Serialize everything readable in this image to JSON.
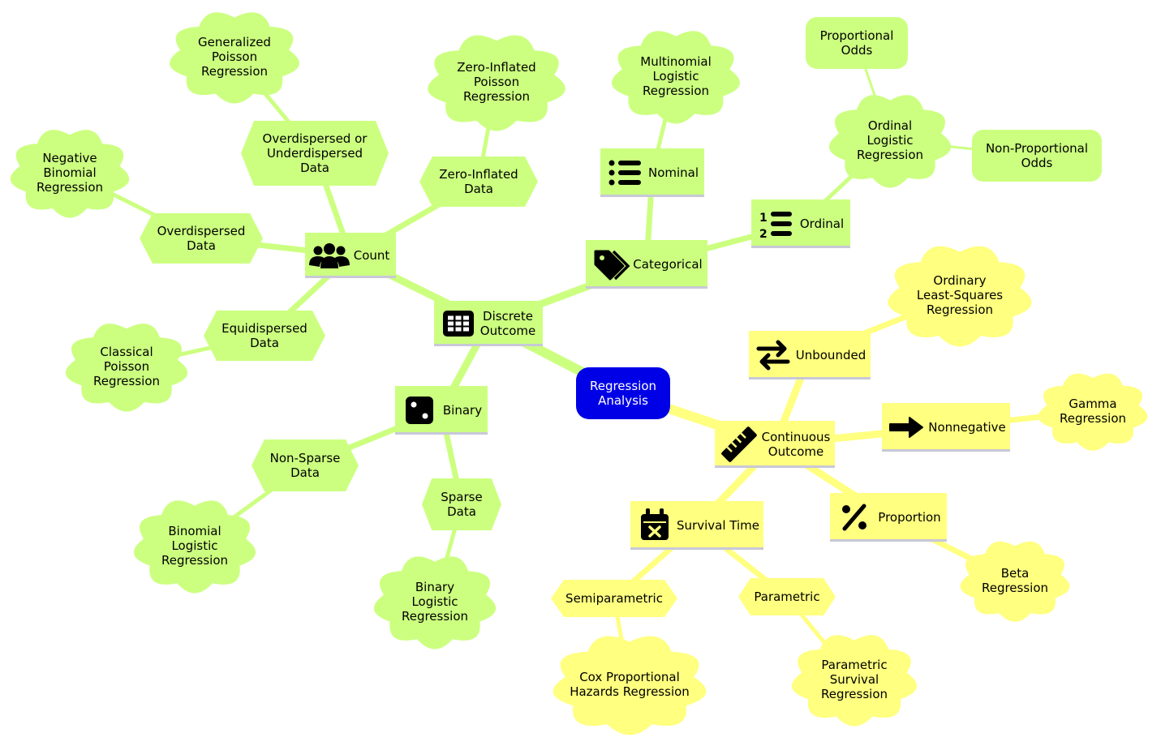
{
  "colors": {
    "discrete": "#ccff80",
    "continuous": "#ffff80",
    "root": "#0000e6",
    "edge_discrete": "#ccff80",
    "edge_continuous": "#ffff80",
    "underline": "#c8c8d8",
    "root_text": "#ffffff"
  },
  "root": {
    "label": [
      "Regression",
      "Analysis"
    ]
  },
  "discrete": {
    "label": [
      "Discrete",
      "Outcome"
    ],
    "icon": "grid-icon",
    "count": {
      "label": [
        "Count"
      ],
      "icon": "users-icon",
      "overdispersed_or_underdispersed": {
        "label": [
          "Overdispersed or",
          "Underdispersed",
          "Data"
        ],
        "model": [
          "Generalized",
          "Poisson",
          "Regression"
        ]
      },
      "overdispersed": {
        "label": [
          "Overdispersed",
          "Data"
        ],
        "model": [
          "Negative",
          "Binomial",
          "Regression"
        ]
      },
      "equidispersed": {
        "label": [
          "Equidispersed",
          "Data"
        ],
        "model": [
          "Classical",
          "Poisson",
          "Regression"
        ]
      },
      "zero_inflated": {
        "label": [
          "Zero-Inflated",
          "Data"
        ],
        "model": [
          "Zero-Inflated",
          "Poisson",
          "Regression"
        ]
      }
    },
    "categorical": {
      "label": [
        "Categorical"
      ],
      "icon": "tags-icon",
      "nominal": {
        "label": [
          "Nominal"
        ],
        "icon": "list-icon",
        "model": [
          "Multinomial",
          "Logistic",
          "Regression"
        ]
      },
      "ordinal": {
        "label": [
          "Ordinal"
        ],
        "icon": "ordered-list-icon",
        "model": [
          "Ordinal",
          "Logistic",
          "Regression"
        ],
        "proportional_odds": [
          "Proportional",
          "Odds"
        ],
        "non_proportional_odds": [
          "Non-Proportional",
          "Odds"
        ]
      }
    },
    "binary": {
      "label": [
        "Binary"
      ],
      "icon": "dice-icon",
      "non_sparse": {
        "label": [
          "Non-Sparse",
          "Data"
        ],
        "model": [
          "Binomial",
          "Logistic",
          "Regression"
        ]
      },
      "sparse": {
        "label": [
          "Sparse",
          "Data"
        ],
        "model": [
          "Binary",
          "Logistic",
          "Regression"
        ]
      }
    }
  },
  "continuous": {
    "label": [
      "Continuous",
      "Outcome"
    ],
    "icon": "ruler-icon",
    "unbounded": {
      "label": [
        "Unbounded"
      ],
      "icon": "arrows-exchange-icon",
      "model": [
        "Ordinary",
        "Least-Squares",
        "Regression"
      ]
    },
    "nonnegative": {
      "label": [
        "Nonnegative"
      ],
      "icon": "arrow-right-icon",
      "model": [
        "Gamma",
        "Regression"
      ]
    },
    "proportion": {
      "label": [
        "Proportion"
      ],
      "icon": "percent-icon",
      "model": [
        "Beta",
        "Regression"
      ]
    },
    "survival": {
      "label": [
        "Survival Time"
      ],
      "icon": "calendar-x-icon",
      "semiparametric": {
        "label": [
          "Semiparametric"
        ],
        "model": [
          "Cox Proportional",
          "Hazards Regression"
        ]
      },
      "parametric": {
        "label": [
          "Parametric"
        ],
        "model": [
          "Parametric",
          "Survival",
          "Regression"
        ]
      }
    }
  }
}
